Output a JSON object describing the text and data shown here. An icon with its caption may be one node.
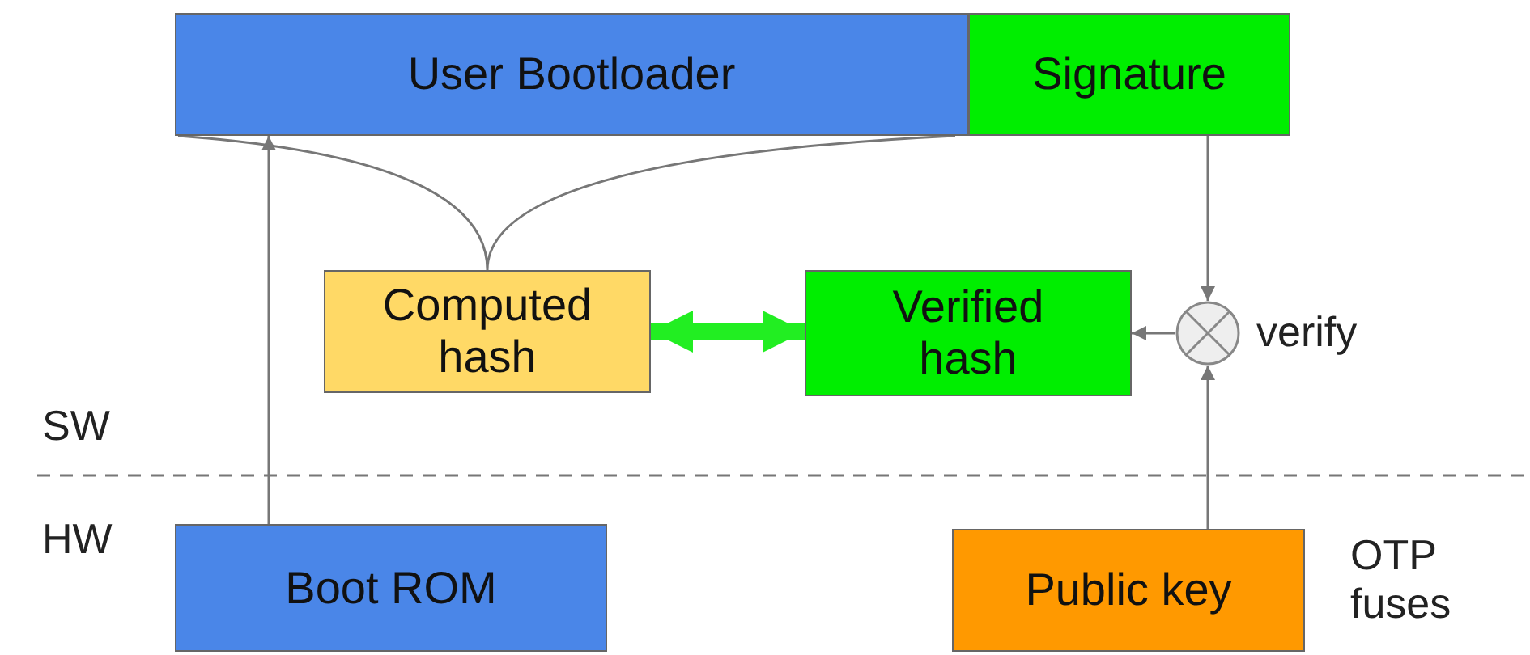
{
  "diagram": {
    "nodes": [
      {
        "text": [
          "User Bootloader"
        ]
      },
      {
        "text": [
          "Signature"
        ]
      },
      {
        "text": [
          "Computed hash"
        ]
      },
      {
        "text": [
          "Verified hash"
        ]
      },
      {
        "text": [],
        "shape": "circle",
        "beside": [
          "verify"
        ]
      },
      {
        "text": [
          "Boot ROM"
        ]
      },
      {
        "text": [
          "Public key"
        ],
        "beside": [
          "OTP fuses"
        ]
      }
    ],
    "edges": [
      {
        "from": 5,
        "to": 0,
        "arrow": "to"
      },
      {
        "from": 0,
        "to": 2,
        "arrow": "none"
      },
      {
        "from": 2,
        "to": 3,
        "arrow": "both",
        "style": "thick",
        "color": "#22ee22"
      },
      {
        "from": 1,
        "to": 4,
        "arrow": "to"
      },
      {
        "from": 6,
        "to": 4,
        "arrow": "to"
      },
      {
        "from": 4,
        "to": 3,
        "arrow": "to"
      }
    ],
    "labels": [
      "SW",
      "HW"
    ]
  }
}
